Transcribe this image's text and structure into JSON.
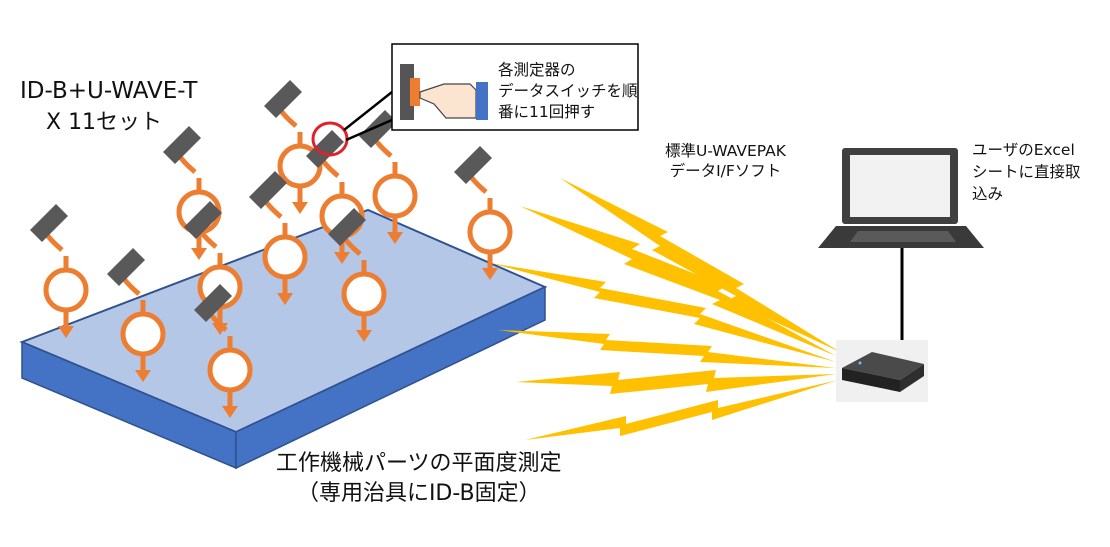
{
  "texts": {
    "title": "ID-B+U-WAVE-T",
    "subtitle": "X 11セット",
    "callout_lines": [
      "各測定器の",
      "データスイッチを順",
      "番に11回押す"
    ],
    "software_lines": [
      "標準U-WAVEPAK",
      "データI/Fソフト"
    ],
    "excel_lines": [
      "ユーザのExcel",
      "シートに直接取",
      "込み"
    ],
    "caption_lines": [
      "工作機械パーツの平面度測定",
      "（専用治具にID-B固定）"
    ]
  },
  "colors": {
    "plate_top": "#b4c7e7",
    "plate_side": "#4472c4",
    "plate_edge": "#2f528f",
    "gauge": "#ed7d31",
    "gauge_head": "#595959",
    "lightning": "#ffc000",
    "highlight": "#e0202a",
    "laptop": "#3f3f3f",
    "receiver": "#2b2b2b"
  },
  "icons": [
    "dial-gauge-icon",
    "hand-press-icon",
    "laptop-icon",
    "receiver-icon",
    "lightning-signal-icon"
  ]
}
